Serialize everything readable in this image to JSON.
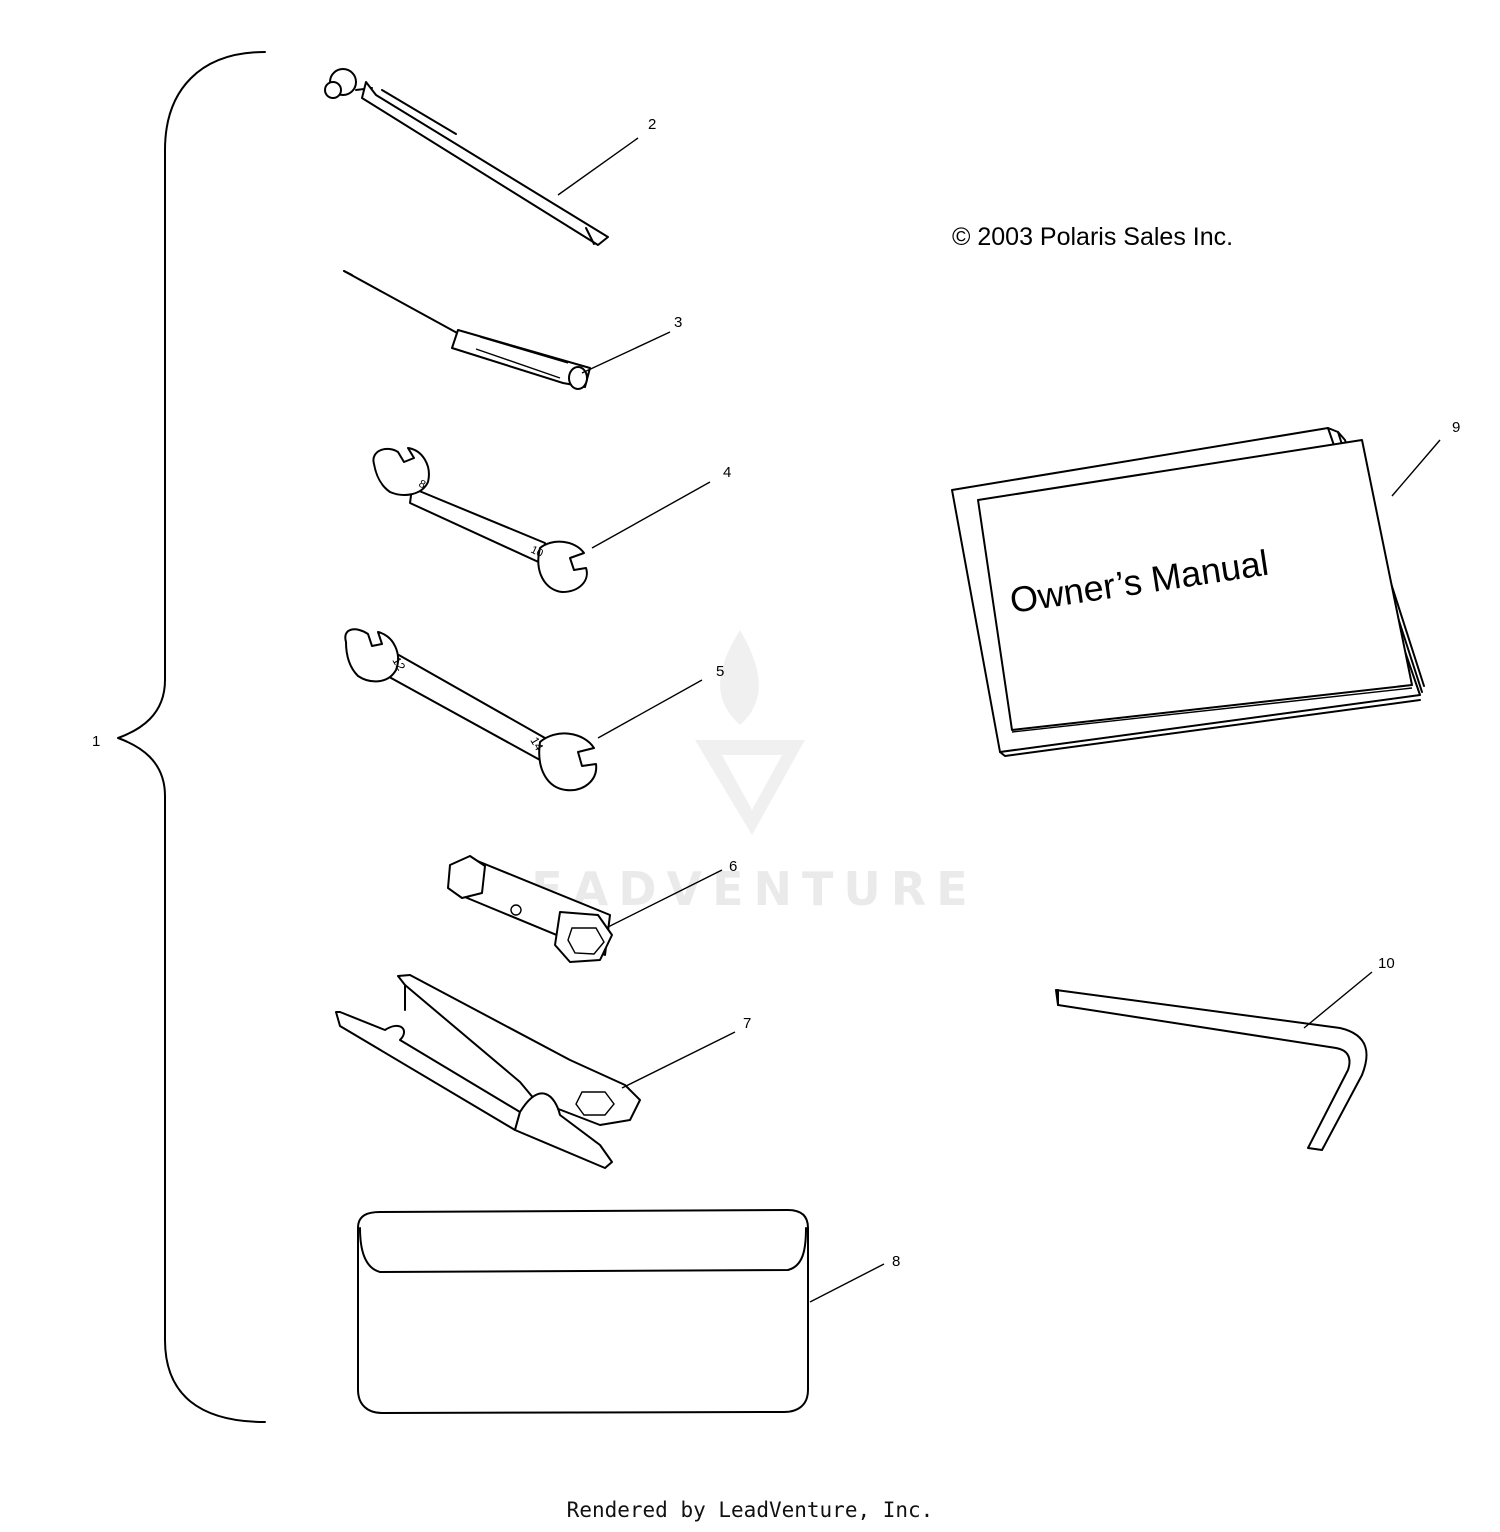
{
  "copyright": "© 2003 Polaris Sales Inc.",
  "manual_cover_text": "Owner’s Manual",
  "watermark": "LEADVENTURE",
  "footer": "Rendered by LeadVenture, Inc.",
  "callouts": [
    "1",
    "2",
    "3",
    "4",
    "5",
    "6",
    "7",
    "8",
    "9",
    "10"
  ],
  "parts": [
    {
      "ref": "1",
      "icon": "brace-kit-icon"
    },
    {
      "ref": "2",
      "icon": "tire-gauge-icon"
    },
    {
      "ref": "3",
      "icon": "screwdriver-icon"
    },
    {
      "ref": "4",
      "icon": "open-end-wrench-icon",
      "marks": [
        "8",
        "10"
      ]
    },
    {
      "ref": "5",
      "icon": "open-end-wrench-icon",
      "marks": [
        "12",
        "14"
      ]
    },
    {
      "ref": "6",
      "icon": "socket-wrench-icon"
    },
    {
      "ref": "7",
      "icon": "spark-plug-wrench-icon"
    },
    {
      "ref": "8",
      "icon": "tool-pouch-icon"
    },
    {
      "ref": "9",
      "icon": "owners-manual-icon"
    },
    {
      "ref": "10",
      "icon": "hex-key-icon"
    }
  ]
}
